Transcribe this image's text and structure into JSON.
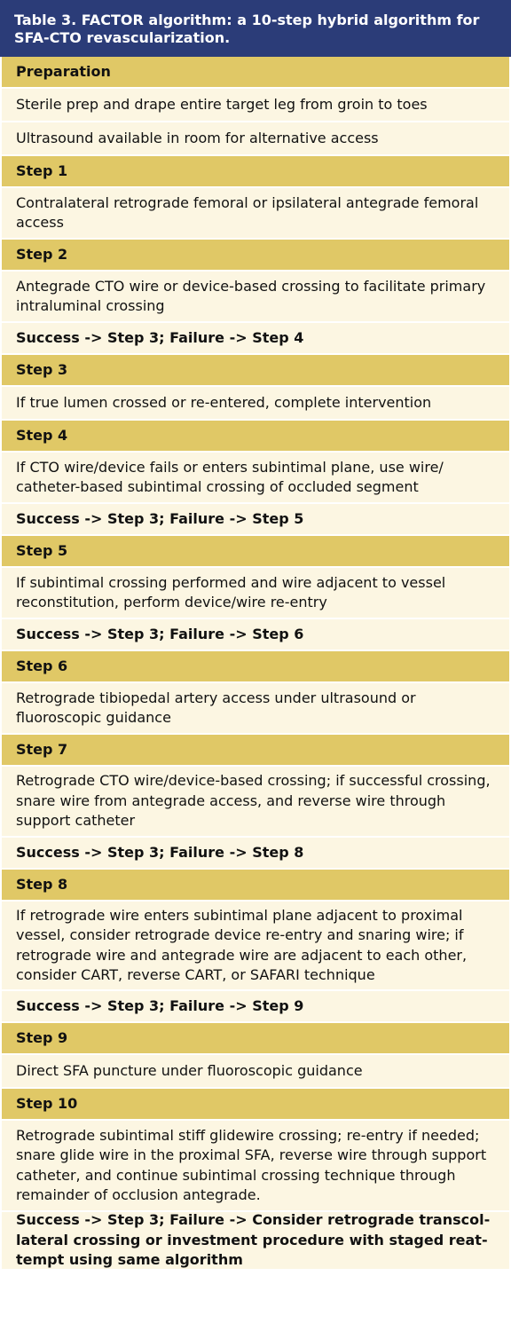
{
  "table": {
    "title": "Table 3. FACTOR algorithm: a 10-step hybrid algorithm for SFA-CTO revascularization.",
    "rows": [
      {
        "type": "header",
        "text": "Preparation"
      },
      {
        "type": "content",
        "text": "Sterile prep and drape entire target leg from groin to toes"
      },
      {
        "type": "content",
        "text": "Ultrasound available in room for alternative access"
      },
      {
        "type": "header",
        "text": "Step 1"
      },
      {
        "type": "content",
        "text": "Contralateral retrograde femoral or ipsilateral antegrade femoral access"
      },
      {
        "type": "header",
        "text": "Step 2"
      },
      {
        "type": "content",
        "text": "Antegrade CTO wire or device-based crossing to facilitate primary intraluminal crossing"
      },
      {
        "type": "outcome",
        "text": "Success -> Step 3; Failure -> Step 4"
      },
      {
        "type": "header",
        "text": "Step 3"
      },
      {
        "type": "content",
        "text": "If true lumen crossed or re-entered, complete intervention"
      },
      {
        "type": "header",
        "text": "Step 4"
      },
      {
        "type": "content",
        "text": "If CTO wire/device fails or enters subintimal plane, use wire/ catheter-based subintimal crossing of occluded segment"
      },
      {
        "type": "outcome",
        "text": "Success -> Step 3; Failure -> Step 5"
      },
      {
        "type": "header",
        "text": "Step 5"
      },
      {
        "type": "content",
        "text": "If subintimal crossing performed and wire adjacent to vessel reconstitution, perform device/wire re-entry"
      },
      {
        "type": "outcome",
        "text": "Success -> Step 3; Failure -> Step 6"
      },
      {
        "type": "header",
        "text": "Step 6"
      },
      {
        "type": "content",
        "text": "Retrograde tibiopedal artery access under ultrasound or fluoroscopic guidance"
      },
      {
        "type": "header",
        "text": "Step 7"
      },
      {
        "type": "content",
        "text": "Retrograde CTO wire/device-based crossing; if successful crossing, snare wire from antegrade access, and reverse wire through support catheter"
      },
      {
        "type": "outcome",
        "text": "Success -> Step 3; Failure -> Step 8"
      },
      {
        "type": "header",
        "text": "Step 8"
      },
      {
        "type": "content",
        "text": "If retrograde wire enters subintimal plane adjacent to proximal vessel, consider retrograde device re-entry and snaring wire; if retrograde wire and antegrade wire are adjacent to each other, consider CART, reverse CART, or SAFARI technique"
      },
      {
        "type": "outcome",
        "text": "Success -> Step 3; Failure -> Step 9"
      },
      {
        "type": "header",
        "text": "Step 9"
      },
      {
        "type": "content",
        "text": "Direct SFA puncture under fluoroscopic guidance"
      },
      {
        "type": "header",
        "text": "Step 10"
      },
      {
        "type": "content",
        "text": "Retrograde subintimal stiff glidewire crossing; re-entry if needed; snare glide wire in the proximal SFA, reverse wire through support catheter, and continue subintimal crossing technique through remainder of occlusion antegrade."
      },
      {
        "type": "outcome",
        "text": "Success -> Step 3; Failure -> Consider retrograde transcol-lateral crossing or investment procedure with staged reat-tempt using same algorithm"
      }
    ]
  }
}
